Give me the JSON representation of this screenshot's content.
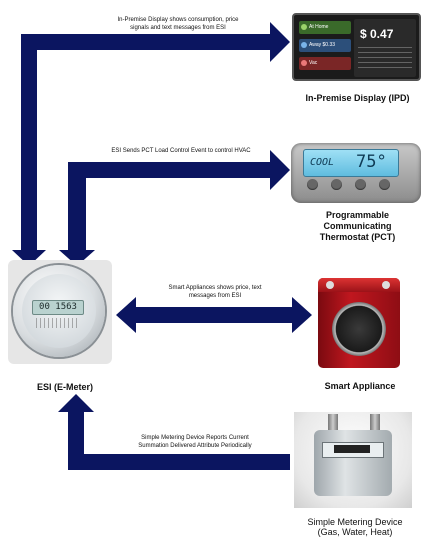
{
  "captions": {
    "ipd": "In-Premise Display shows consumption, price\nsignals and text messages from ESI",
    "pct": "ESI Sends PCT Load Control Event to control HVAC",
    "appliance": "Smart Appliances shows price, text\nmessages from ESI",
    "metering": "Simple Metering Device Reports Current\nSummation Delivered Attribute Periodically"
  },
  "devices": {
    "ipd_label": "In-Premise Display (IPD)",
    "pct_label": "Programmable\nCommunicating\nThermostat (PCT)",
    "esi_label": "ESI (E-Meter)",
    "appliance_label": "Smart Appliance",
    "metering_label": "Simple Metering Device\n(Gas, Water, Heat)"
  },
  "ipd_screen": {
    "price": "$ 0.47",
    "row1": "At Home",
    "row2": "Away $0.33",
    "row3": "Vac"
  },
  "thermostat_screen": {
    "mode": "COOL",
    "temperature": "75°"
  },
  "meter_screen": {
    "reading": "00 1563"
  },
  "colors": {
    "arrow": "#0b1560",
    "appliance": "#b3141b"
  }
}
